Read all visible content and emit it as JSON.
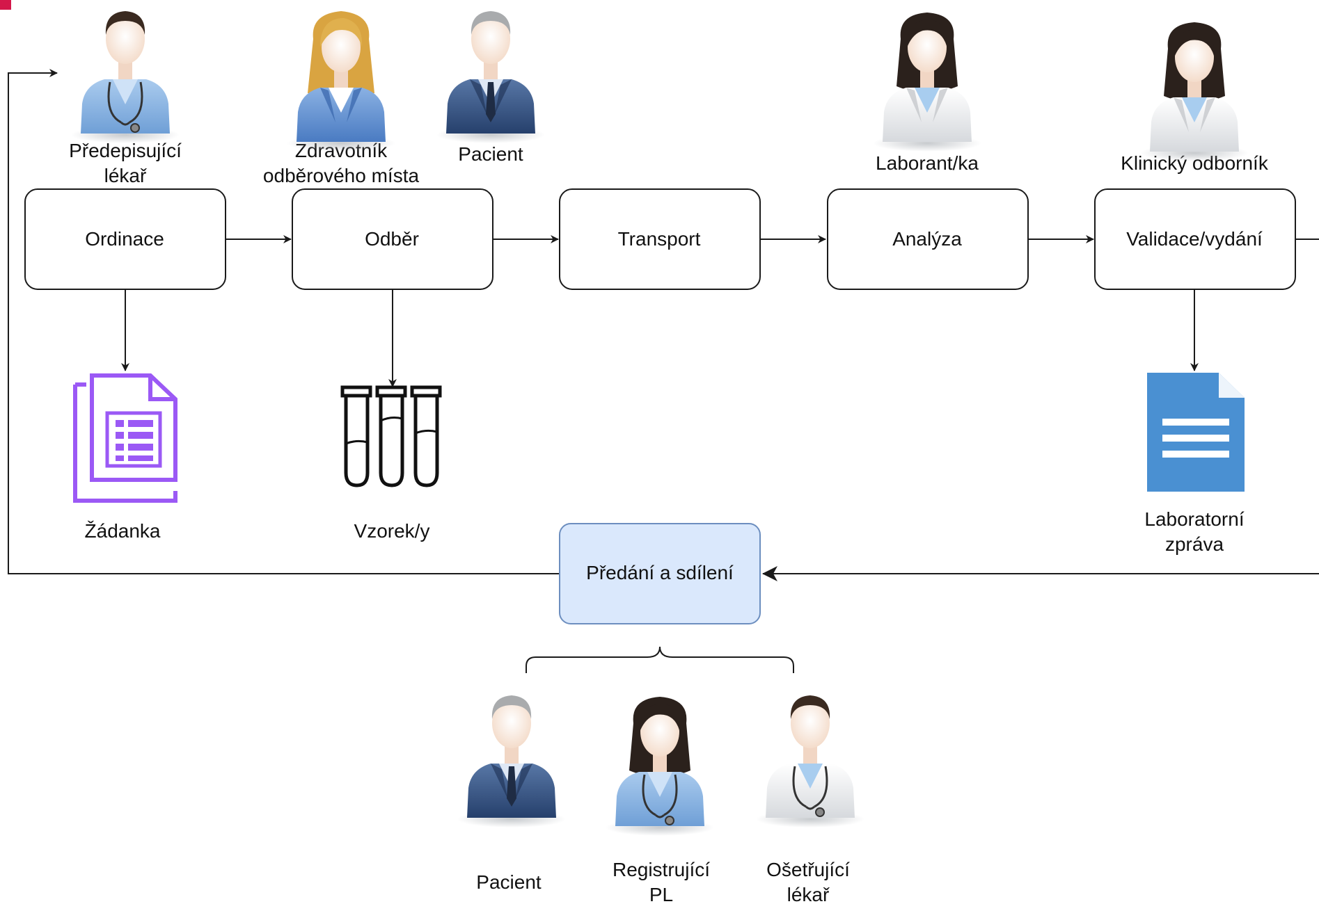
{
  "colors": {
    "corner_mark": "#d4174a",
    "stroke": "#1a1a1a",
    "process_fill": "#ffffff",
    "share_fill": "#dae8fc",
    "share_stroke": "#6c8ebf",
    "form_icon": "#9b59f5",
    "report_icon": "#4a90d2"
  },
  "steps": [
    {
      "label": "Ordinace"
    },
    {
      "label": "Odběr"
    },
    {
      "label": "Transport"
    },
    {
      "label": "Analýza"
    },
    {
      "label": "Validace/vydání"
    }
  ],
  "share": {
    "label": "Předání a sdílení"
  },
  "actors_top": [
    {
      "line1": "Předepisující",
      "line2": "lékař",
      "icon": "doctor-scrubs-icon"
    },
    {
      "line1": "Zdravotník",
      "line2": "odběrového místa",
      "icon": "nurse-blonde-icon"
    },
    {
      "line1": "Pacient",
      "line2": "",
      "icon": "patient-suit-icon"
    },
    {
      "line1": "Laborant/ka",
      "line2": "",
      "icon": "lab-technician-icon"
    },
    {
      "line1": "Klinický odborník",
      "line2": "",
      "icon": "clinical-specialist-icon"
    }
  ],
  "artifacts": [
    {
      "line1": "Žádanka",
      "line2": "",
      "icon": "request-form-icon"
    },
    {
      "line1": "Vzorek/y",
      "line2": "",
      "icon": "test-tubes-icon"
    },
    {
      "line1": "Laboratorní",
      "line2": "zpráva",
      "icon": "lab-report-icon"
    }
  ],
  "recipients": [
    {
      "line1": "Pacient",
      "line2": "",
      "icon": "patient-suit-icon"
    },
    {
      "line1": "Registrující",
      "line2": "PL",
      "icon": "gp-nurse-icon"
    },
    {
      "line1": "Ošetřující",
      "line2": "lékař",
      "icon": "doctor-white-coat-icon"
    }
  ]
}
